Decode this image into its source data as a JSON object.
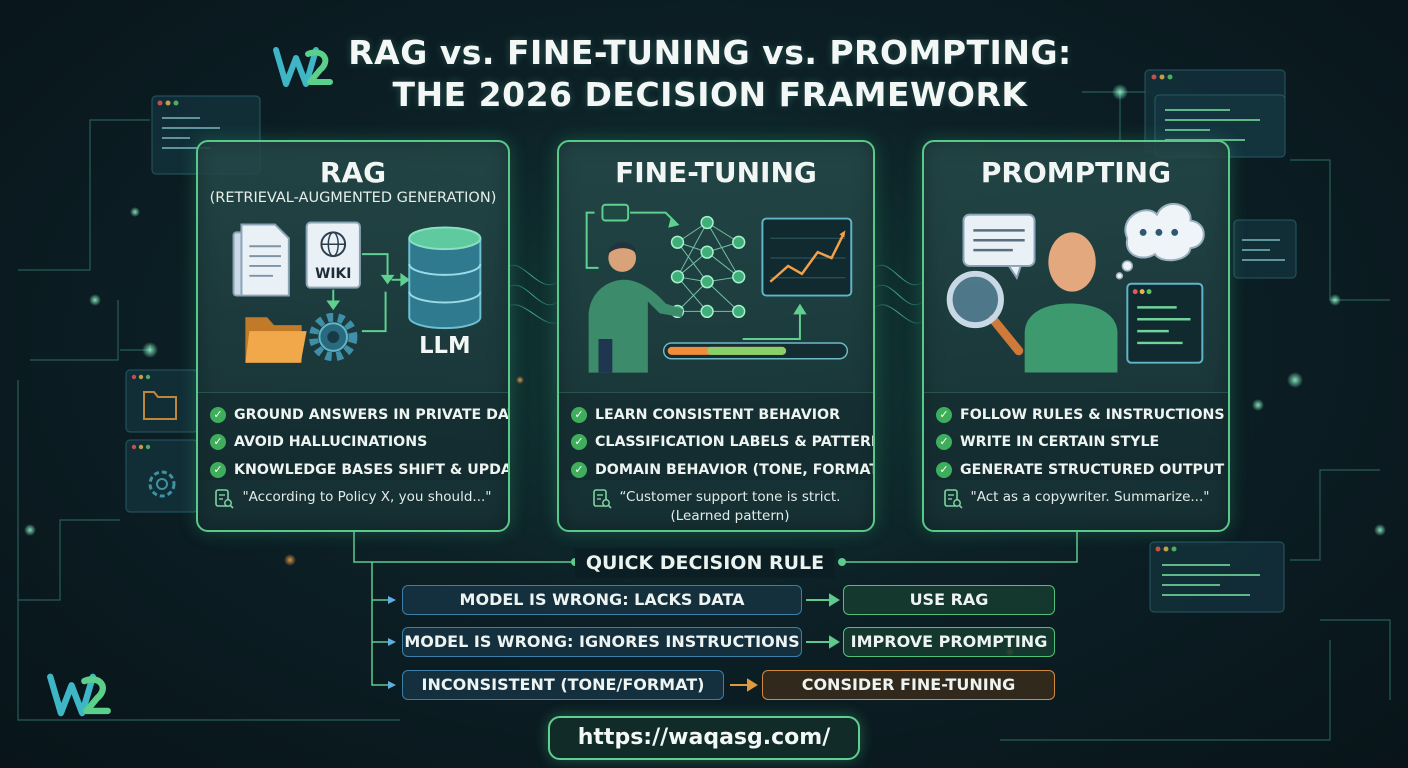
{
  "title": {
    "line1": "RAG vs. FINE-TUNING vs. PROMPTING:",
    "line2": "THE 2026 DECISION FRAMEWORK"
  },
  "panels": [
    {
      "title": "RAG",
      "subtitle": "(RETRIEVAL-AUGMENTED GENERATION)",
      "illustration_labels": {
        "wiki": "WIKI",
        "llm": "LLM"
      },
      "features": [
        "GROUND ANSWERS IN PRIVATE DATA",
        "AVOID HALLUCINATIONS",
        "KNOWLEDGE BASES SHIFT & UPDATE"
      ],
      "example": "\"According to Policy X, you should...\""
    },
    {
      "title": "FINE-TUNING",
      "features": [
        "LEARN CONSISTENT BEHAVIOR",
        "CLASSIFICATION LABELS & PATTERNS",
        "DOMAIN BEHAVIOR (TONE, FORMAT)"
      ],
      "example_line1": "“Customer support tone is strict.",
      "example_line2": "(Learned pattern)"
    },
    {
      "title": "PROMPTING",
      "features": [
        "FOLLOW RULES & INSTRUCTIONS",
        "WRITE IN CERTAIN STYLE",
        "GENERATE STRUCTURED OUTPUT"
      ],
      "example": "\"Act as a copywriter. Summarize...\""
    }
  ],
  "decision_rule": {
    "title": "QUICK DECISION RULE",
    "rows": [
      {
        "condition": "MODEL IS WRONG: LACKS DATA",
        "action": "USE RAG"
      },
      {
        "condition": "MODEL IS WRONG: IGNORES INSTRUCTIONS",
        "action": "IMPROVE PROMPTING"
      },
      {
        "condition": "INCONSISTENT (TONE/FORMAT)",
        "action": "CONSIDER FINE-TUNING"
      }
    ]
  },
  "url": "https://waqasg.com/",
  "icons": [
    "logo-icon",
    "document-icon",
    "wiki-icon",
    "folder-icon",
    "gear-icon",
    "database-icon",
    "person-icon",
    "neural-network-icon",
    "line-chart-icon",
    "speech-bubble-icon",
    "thought-bubble-icon",
    "magnifier-icon",
    "code-window-icon",
    "check-icon",
    "arrow-icon"
  ],
  "colors": {
    "background": "#0c2026",
    "accent_green": "#59c98a",
    "accent_blue": "#3b7fa6",
    "accent_orange": "#d18a3c",
    "text": "#eef4f1"
  }
}
